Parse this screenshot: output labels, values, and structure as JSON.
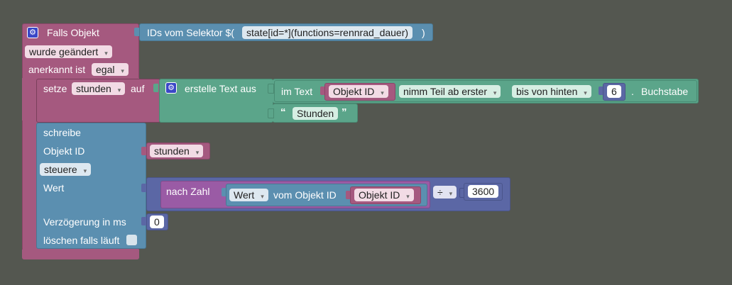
{
  "event_block": {
    "title": "Falls Objekt",
    "selector_label": "IDs vom Selektor $(",
    "selector_value": "state[id=*](functions=rennrad_dauer)",
    "selector_close": ")",
    "trigger_dropdown": "wurde geändert",
    "ack_label": "anerkannt ist",
    "ack_dropdown": "egal"
  },
  "set_block": {
    "label": "setze",
    "variable": "stunden",
    "to_label": "auf",
    "create_text_label": "erstelle Text aus",
    "in_text_label": "im Text",
    "object_id_label": "Objekt ID",
    "substring_mode": "nimm Teil ab erster",
    "substring_mode2": "bis von hinten",
    "number": "6",
    "dot": ".",
    "letter_label": "Buchstabe",
    "text_value": "Stunden"
  },
  "write_block": {
    "label": "schreibe",
    "object_id_label": "Objekt ID",
    "object_var": "stunden",
    "mode_dropdown": "steuere",
    "value_label": "Wert",
    "to_number_label": "nach Zahl",
    "value_dropdown": "Wert",
    "of_object_label": "vom Objekt ID",
    "object_id_inner": "Objekt ID",
    "operator": "÷",
    "divisor": "3600",
    "delay_label": "Verzögerung in ms",
    "delay_value": "0",
    "clear_label": "löschen falls läuft"
  },
  "colors": {
    "background": "#545750",
    "event": "#a5597f",
    "write": "#5b8fb0",
    "text": "#5ba58a",
    "math": "#5b67a5",
    "convert": "#9a5ba5"
  },
  "icons": {
    "gear": "gear-icon",
    "dropdown": "chevron-down-icon"
  }
}
